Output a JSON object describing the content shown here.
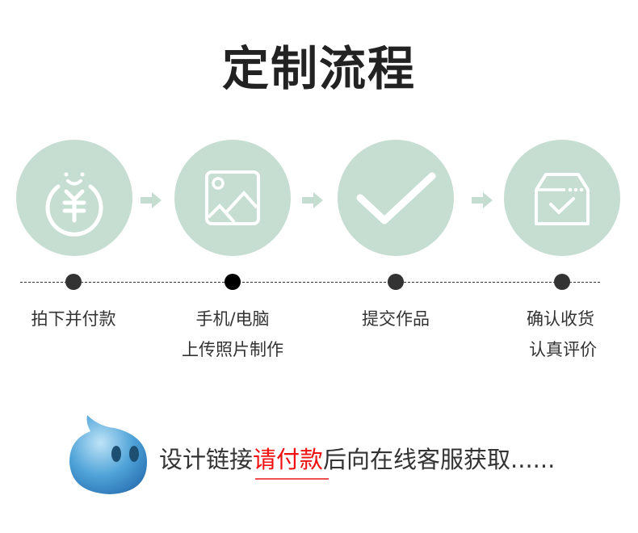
{
  "title": "定制流程",
  "steps": [
    {
      "icon": "yen-payment-icon",
      "line1": "拍下并付款",
      "line2": ""
    },
    {
      "icon": "image-icon",
      "line1": "手机/电脑",
      "line2": "上传照片制作"
    },
    {
      "icon": "checkmark-icon",
      "line1": "提交作品",
      "line2": ""
    },
    {
      "icon": "box-check-icon",
      "line1": "确认收货",
      "line2": "认真评价"
    }
  ],
  "notice": {
    "prefix": "设计链接",
    "highlight": "请付款",
    "suffix": "后向在线客服获取......"
  },
  "colors": {
    "circle": "#c6ddd1",
    "highlight": "#f01010"
  }
}
